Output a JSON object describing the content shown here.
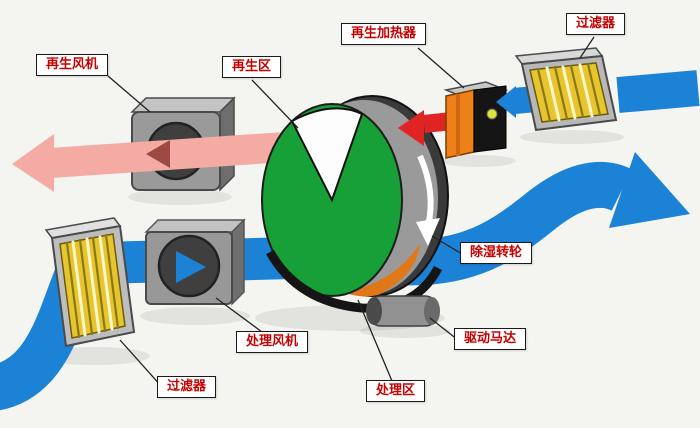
{
  "labels": {
    "regen_fan": "再生风机",
    "regen_zone": "再生区",
    "regen_heater": "再生加热器",
    "filter_top": "过滤器",
    "dehumid_wheel": "除湿转轮",
    "drive_motor": "驱动马达",
    "process_zone": "处理区",
    "process_fan": "处理风机",
    "filter_bottom": "过滤器"
  },
  "colors": {
    "process_air_blue": "#1b82d6",
    "regen_air_pink": "#f3aba3",
    "regen_air_dark": "#9c4a42",
    "hot_air_red": "#e02424",
    "wheel_green": "#18a038",
    "wheel_rim_orange": "#e07818",
    "heater_orange": "#ef7f18",
    "filter_yellow": "#e6c52e",
    "label_text_red": "#c80000"
  }
}
